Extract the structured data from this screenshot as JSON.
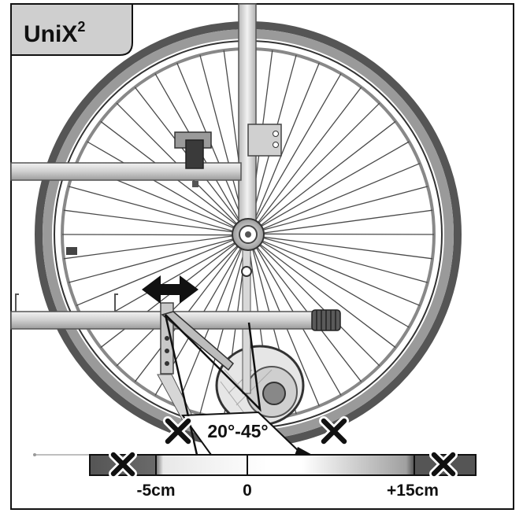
{
  "badge": {
    "text": "UniX",
    "superscript": "2"
  },
  "angle_label": "20°-45°",
  "scale": {
    "left_label": "-5cm",
    "center_label": "0",
    "right_label": "+15cm"
  },
  "colors": {
    "frame": "#111111",
    "badge": "#cfcfcf",
    "metal": "#d4d4d4",
    "dark": "#3a3a3a"
  },
  "icons": [
    "double-arrow-icon",
    "cross-mark-icon"
  ]
}
